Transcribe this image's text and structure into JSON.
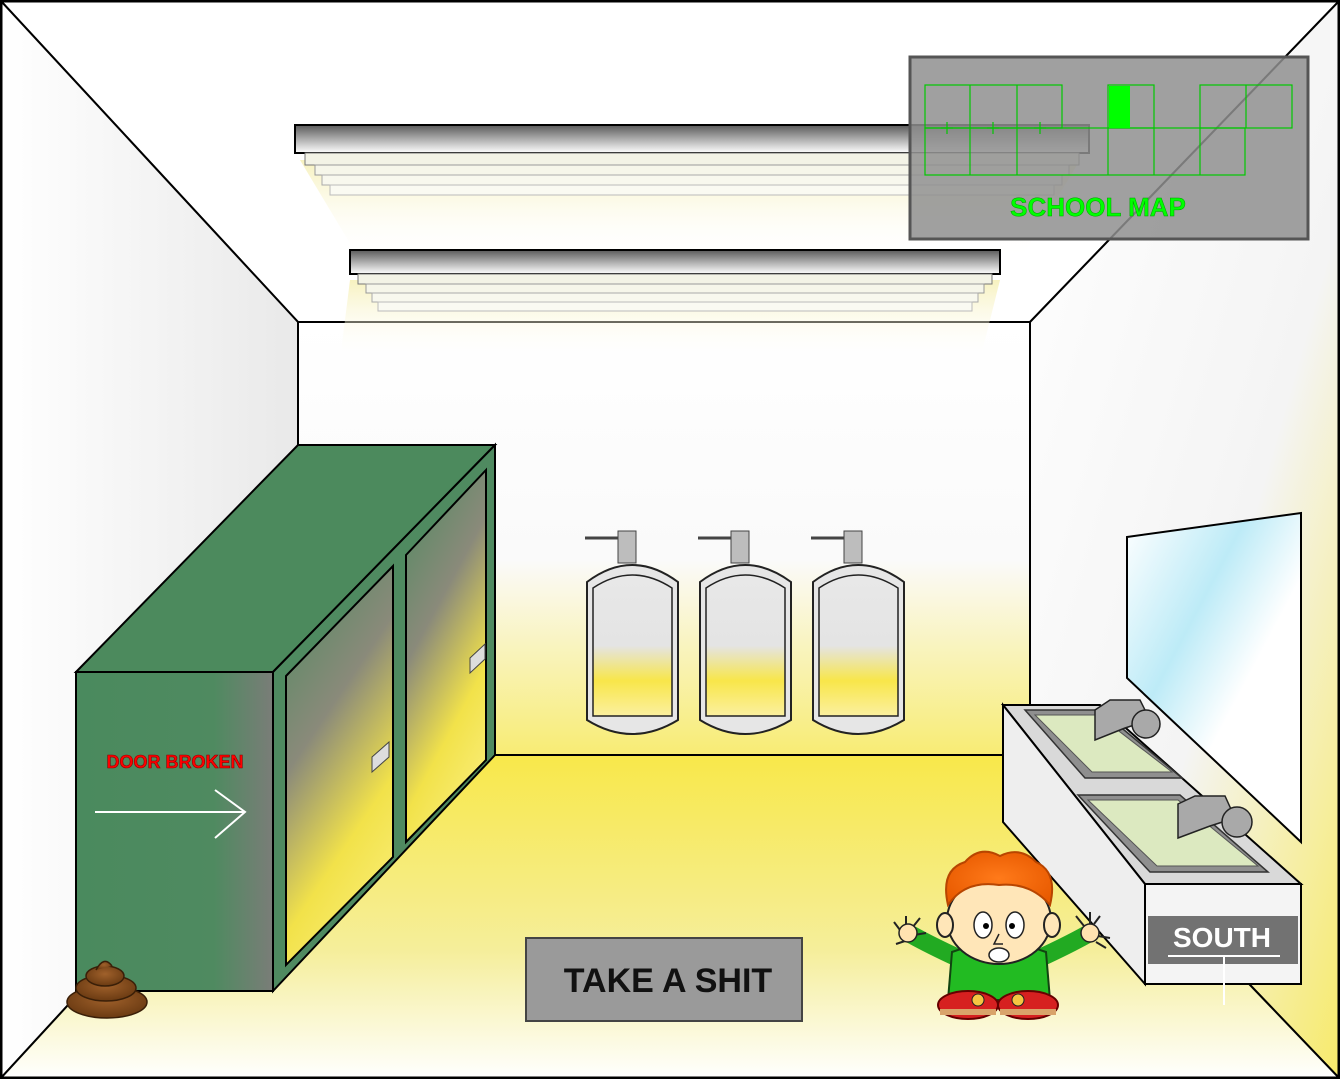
{
  "map": {
    "title": "SCHOOL MAP",
    "accent_color": "#00ff00"
  },
  "stall": {
    "sign": "DOOR BROKEN",
    "sign_color": "#ff0000",
    "arrow_icon": "right-arrow-icon"
  },
  "action": {
    "label": "TAKE A SHIT"
  },
  "nav": {
    "south_label": "SOUTH"
  },
  "colors": {
    "stall_green": "#3d8a5a",
    "floor_yellow": "#f5e24a",
    "panel_gray": "#9a9a9a"
  }
}
